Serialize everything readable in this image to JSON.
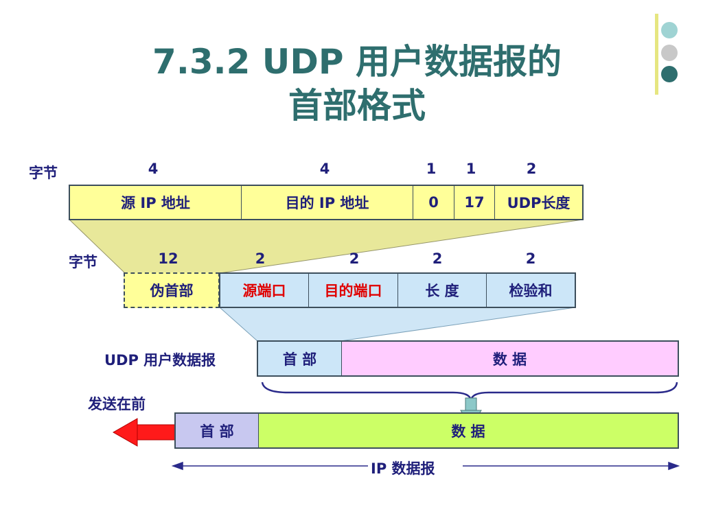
{
  "title": {
    "line1": "7.3.2  UDP 用户数据报的",
    "line2": "首部格式"
  },
  "colors": {
    "title": "#2e6e6e",
    "text": "#1f1f7a",
    "accent_red": "#e00000",
    "yellow": "#ffff99",
    "light_blue": "#cce6f8",
    "pink": "#ffccff",
    "green": "#ccff66"
  },
  "row1": {
    "byte_label": "字节",
    "byte_counts": [
      "4",
      "4",
      "1",
      "1",
      "2"
    ],
    "fields": [
      "源 IP 地址",
      "目的 IP 地址",
      "0",
      "17",
      "UDP长度"
    ]
  },
  "row2": {
    "byte_label": "字节",
    "byte_counts": [
      "12",
      "2",
      "2",
      "2",
      "2"
    ],
    "fields": [
      "伪首部",
      "源端口",
      "目的端口",
      "长  度",
      "检验和"
    ]
  },
  "udp": {
    "label": "UDP 用户数据报",
    "header": "首  部",
    "data": "数        据"
  },
  "ip": {
    "send_first": "发送在前",
    "header": "首  部",
    "data": "数        据",
    "label": "IP 数据报"
  }
}
